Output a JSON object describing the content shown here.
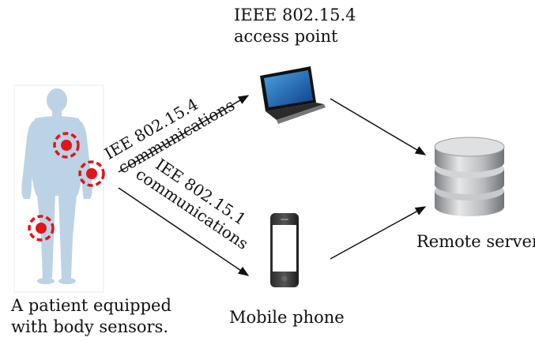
{
  "access_point": {
    "line1": "IEEE 802.15.4",
    "line2": "access point"
  },
  "link_upper": {
    "line1": "IEE 802.15.4",
    "line2": "communications"
  },
  "link_lower": {
    "line1": "IEE 802.15.1",
    "line2": "communications"
  },
  "server": {
    "label": "Remote server"
  },
  "phone": {
    "label": "Mobile phone"
  },
  "patient": {
    "line1": "A patient equipped",
    "line2": "with body sensors."
  },
  "colors": {
    "body": "#bcd3e6",
    "sensor": "#e3141b",
    "arrow": "#111111",
    "server": "#a8aaad"
  },
  "icons": [
    "patient-silhouette-icon",
    "sensor-icon",
    "laptop-icon",
    "mobile-phone-icon",
    "database-server-icon"
  ]
}
